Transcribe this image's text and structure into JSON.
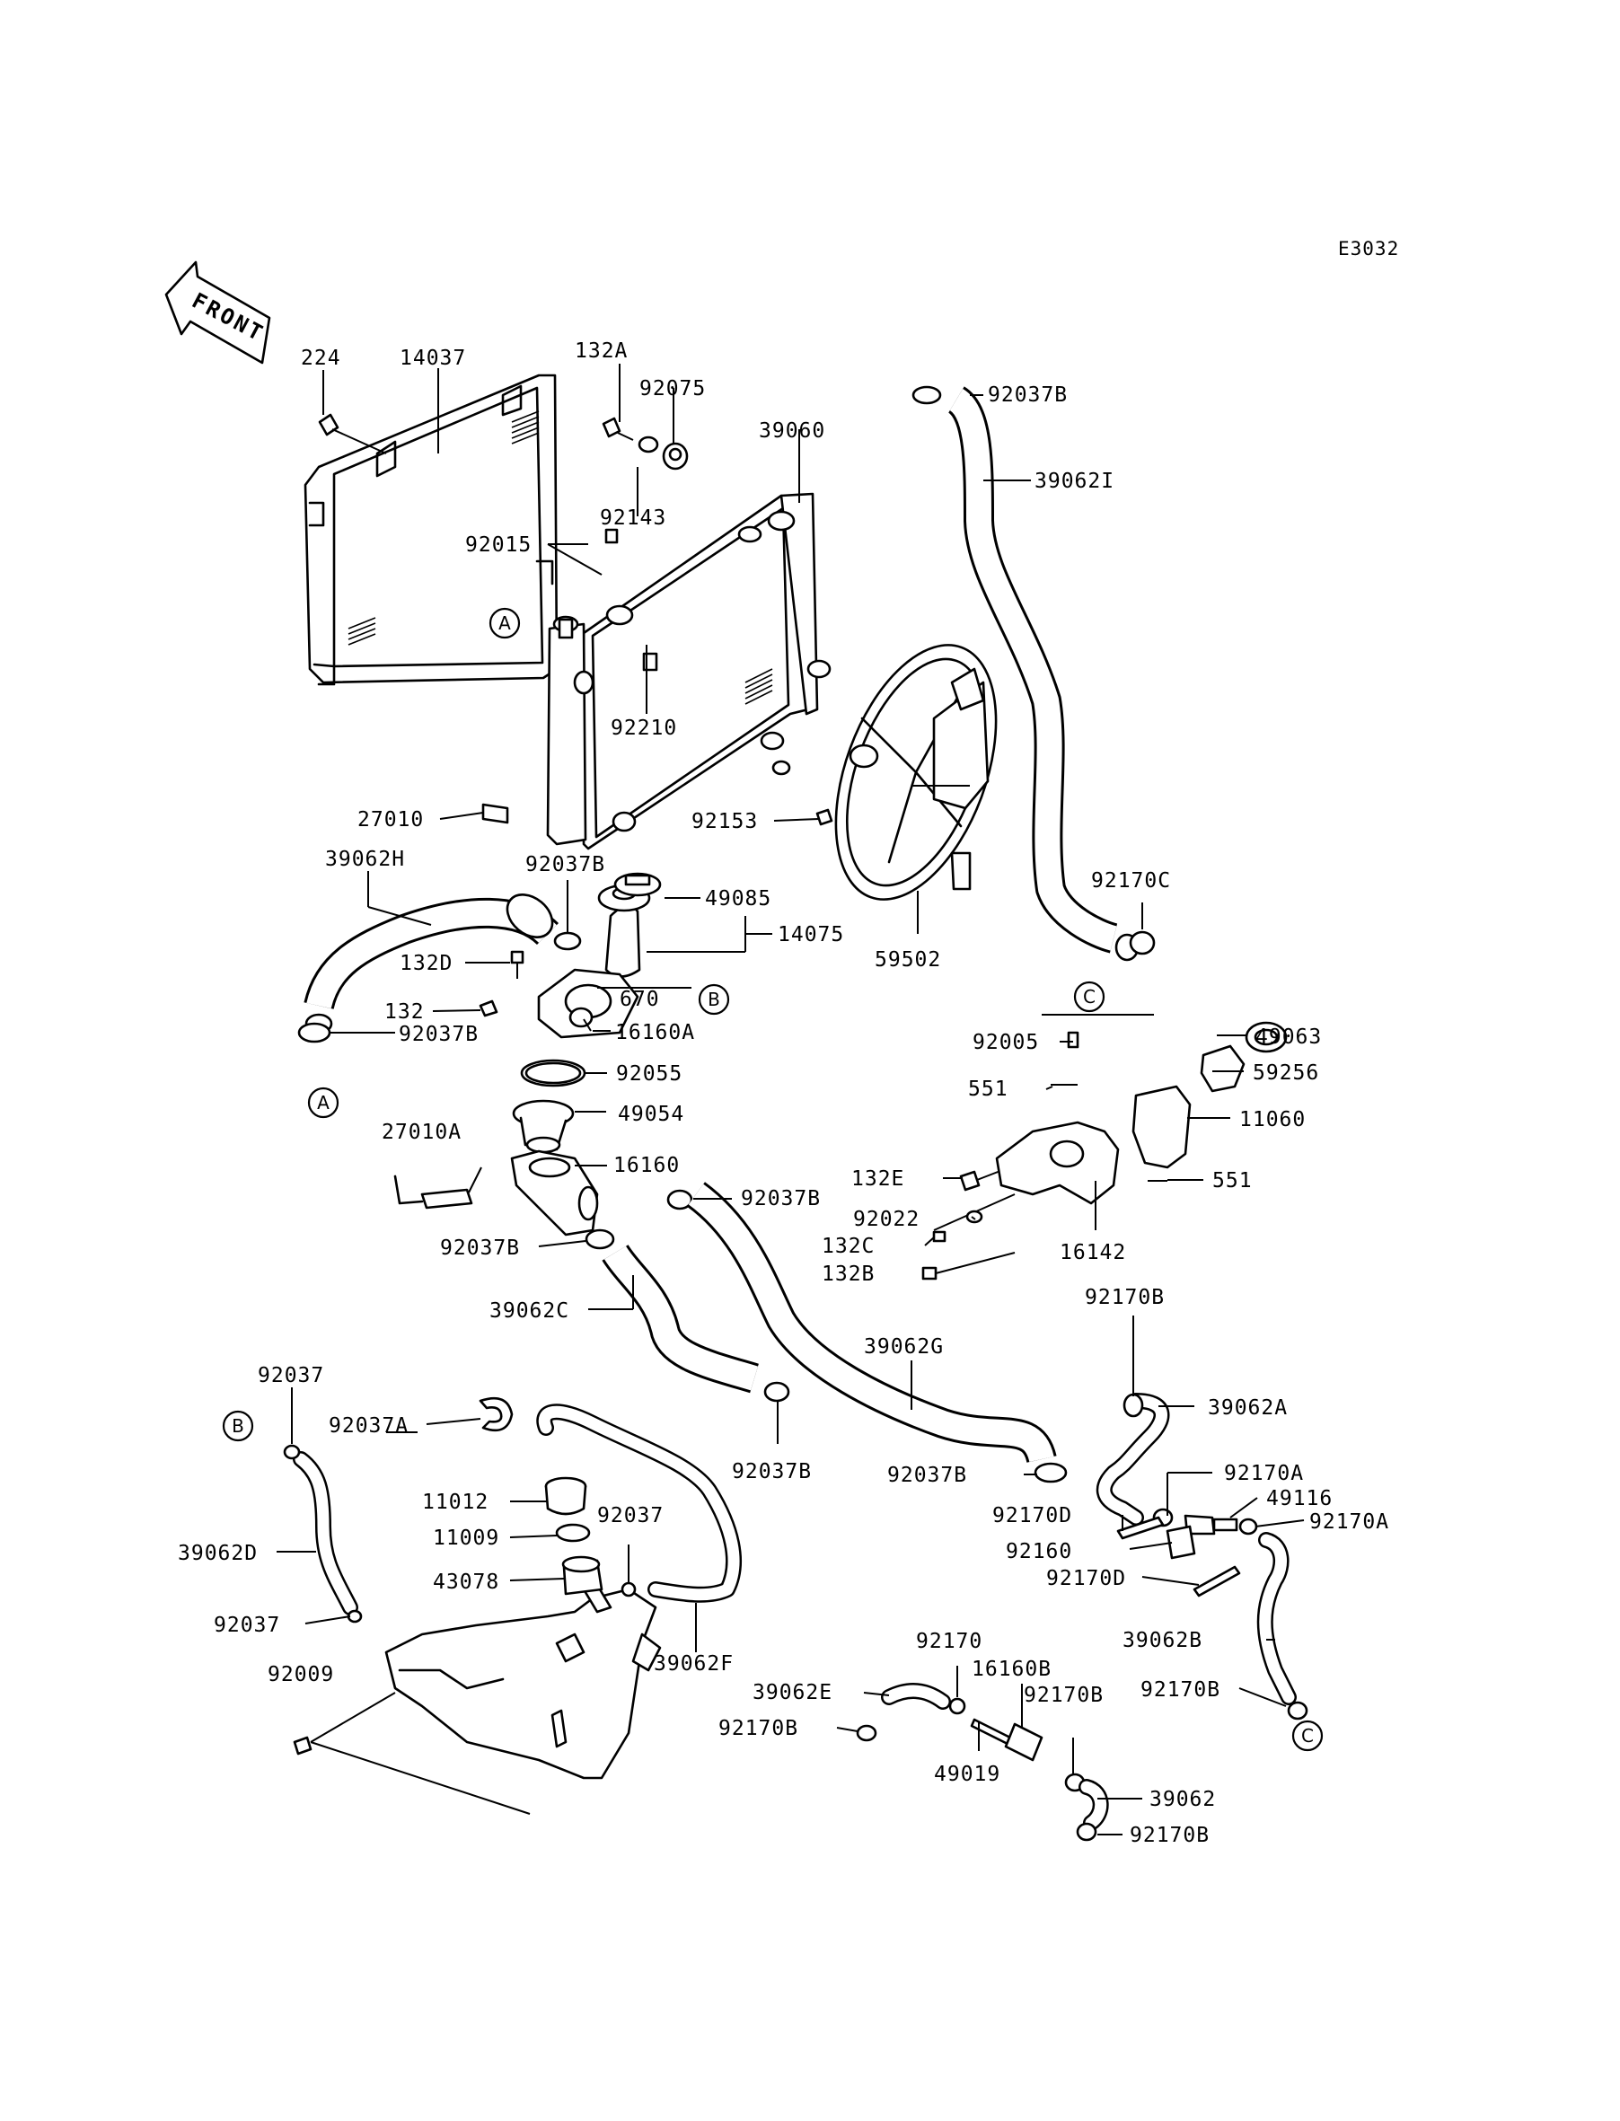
{
  "diagram_code": "E3032",
  "front_label": "FRONT",
  "reference_marks": [
    "A",
    "B",
    "C"
  ],
  "labels": {
    "p224": "224",
    "p14037": "14037",
    "p132A": "132A",
    "p92075": "92075",
    "p39060": "39060",
    "p92037B_top": "92037B",
    "p39062I": "39062I",
    "p92143": "92143",
    "p92015": "92015",
    "p92210": "92210",
    "p27010": "27010",
    "p92153": "92153",
    "p39062H": "39062H",
    "p92037B_a": "92037B",
    "p49085": "49085",
    "p14075": "14075",
    "p59502": "59502",
    "p92170C": "92170C",
    "p132D": "132D",
    "p670": "670",
    "p132": "132",
    "p16160A": "16160A",
    "p92037B_b": "92037B",
    "p92055": "92055",
    "p49054": "49054",
    "p27010A": "27010A",
    "p16160": "16160",
    "p92037B_c": "92037B",
    "p92037B_d": "92037B",
    "p39062C": "39062C",
    "p39062G": "39062G",
    "p92037B_e": "92037B",
    "p92037B_f": "92037B",
    "p92005": "92005",
    "p49063": "49063",
    "p551_a": "551",
    "p59256": "59256",
    "p11060": "11060",
    "p132E": "132E",
    "p551_b": "551",
    "p92022": "92022",
    "p132C": "132C",
    "p132B": "132B",
    "p16142": "16142",
    "p92170B_a": "92170B",
    "p39062A": "39062A",
    "p92170A_a": "92170A",
    "p49116": "49116",
    "p92170A_b": "92170A",
    "p92170D_a": "92170D",
    "p92160": "92160",
    "p92170D_b": "92170D",
    "p39062B": "39062B",
    "p92170B_b": "92170B",
    "p92037_a": "92037",
    "p92037A": "92037A",
    "p11012": "11012",
    "p11009": "11009",
    "p92037_b": "92037",
    "p43078": "43078",
    "p39062D": "39062D",
    "p92037_c": "92037",
    "p39062F": "39062F",
    "p92009": "92009",
    "p92170": "92170",
    "p16160B": "16160B",
    "p92170B_c": "92170B",
    "p39062E": "39062E",
    "p92170B_d": "92170B",
    "p49019": "49019",
    "p39062": "39062",
    "p92170B_e": "92170B"
  }
}
